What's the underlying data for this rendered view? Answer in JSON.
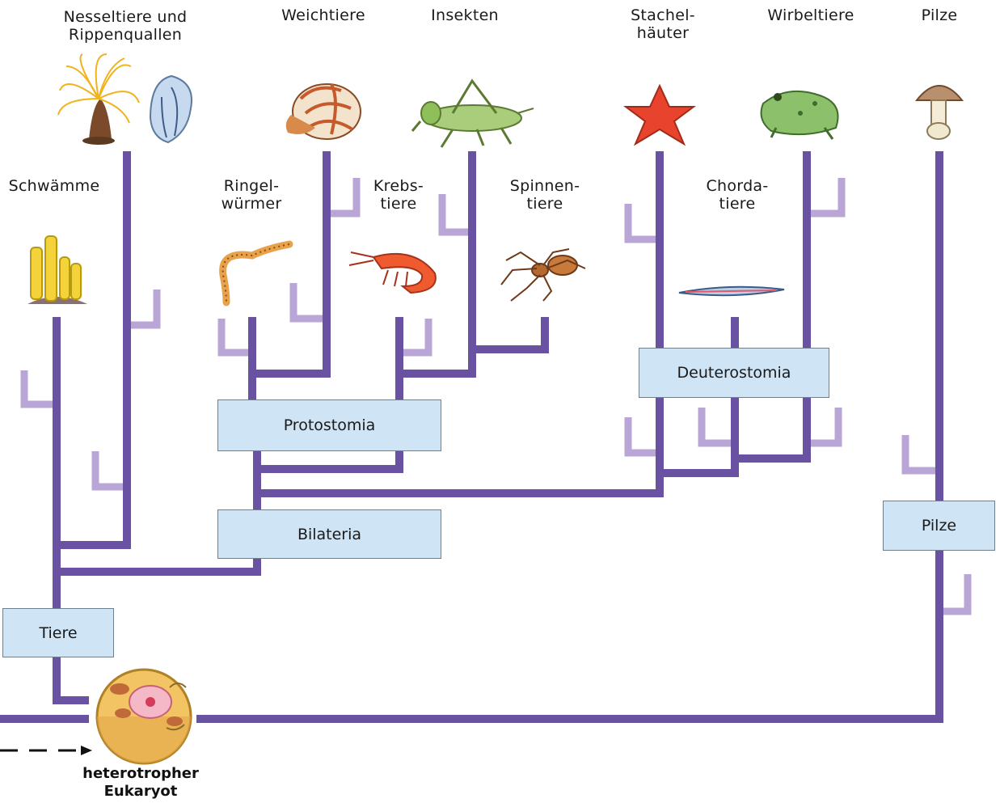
{
  "colors": {
    "branch": "#6a52a3",
    "spur": "#b9a6d6",
    "box_fill": "#cfe4f5",
    "box_border": "#6f7f8c"
  },
  "top_labels": {
    "nesseltiere": [
      "Nesseltiere und",
      "Rippenquallen"
    ],
    "weichtiere": [
      "Weichtiere"
    ],
    "insekten": [
      "Insekten"
    ],
    "stachelhaeuter": [
      "Stachel-",
      "häuter"
    ],
    "wirbeltiere": [
      "Wirbeltiere"
    ],
    "pilze_top": [
      "Pilze"
    ]
  },
  "mid_labels": {
    "schwaemme": [
      "Schwämme"
    ],
    "ringelwuermer": [
      "Ringel-",
      "würmer"
    ],
    "krebstiere": [
      "Krebs-",
      "tiere"
    ],
    "spinnentiere": [
      "Spinnen-",
      "tiere"
    ],
    "chordatiere": [
      "Chorda-",
      "tiere"
    ]
  },
  "boxes": {
    "protostomia": "Protostomia",
    "bilateria": "Bilateria",
    "deuterostomia": "Deuterostomia",
    "tiere": "Tiere",
    "pilze": "Pilze"
  },
  "root_label": [
    "heterotropher",
    "Eukaryot"
  ],
  "icons": [
    "sea-anemone-icon",
    "comb-jelly-icon",
    "nautilus-icon",
    "grasshopper-icon",
    "starfish-icon",
    "frog-icon",
    "mushroom-icon",
    "sponge-icon",
    "ringworm-icon",
    "shrimp-icon",
    "spider-icon",
    "lancelet-icon",
    "eukaryote-cell-icon"
  ]
}
